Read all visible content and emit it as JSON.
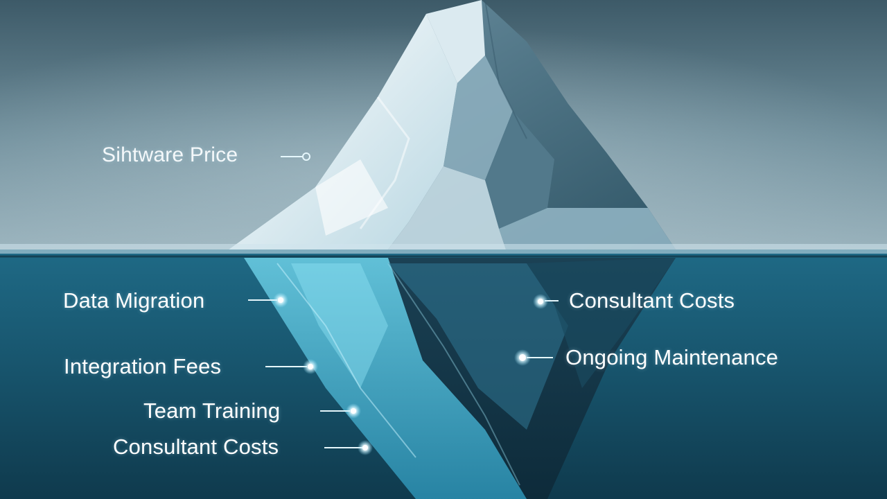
{
  "diagram": {
    "above_water": [
      {
        "id": "software-price",
        "text": "Sihtware Price"
      }
    ],
    "below_water": [
      {
        "id": "data-migration",
        "text": "Data Migration"
      },
      {
        "id": "consultant-costs-right",
        "text": "Consultant Costs"
      },
      {
        "id": "integration-fees",
        "text": "Integration Fees"
      },
      {
        "id": "ongoing-maintenance",
        "text": "Ongoing Maintenance"
      },
      {
        "id": "team-training",
        "text": "Team Training"
      },
      {
        "id": "consultant-costs-left",
        "text": "Consultant Costs"
      }
    ]
  },
  "colors": {
    "sky_top": "#3d5a68",
    "sky_bottom": "#9ab3bd",
    "water_top": "#1f6a86",
    "water_bottom": "#0f3a4d",
    "ice_light": "#eef6f8",
    "ice_shadow": "#3f6476",
    "ice_under": "#4fc0dc",
    "ice_under_dark": "#163c50",
    "glow": "#e8fbff"
  }
}
